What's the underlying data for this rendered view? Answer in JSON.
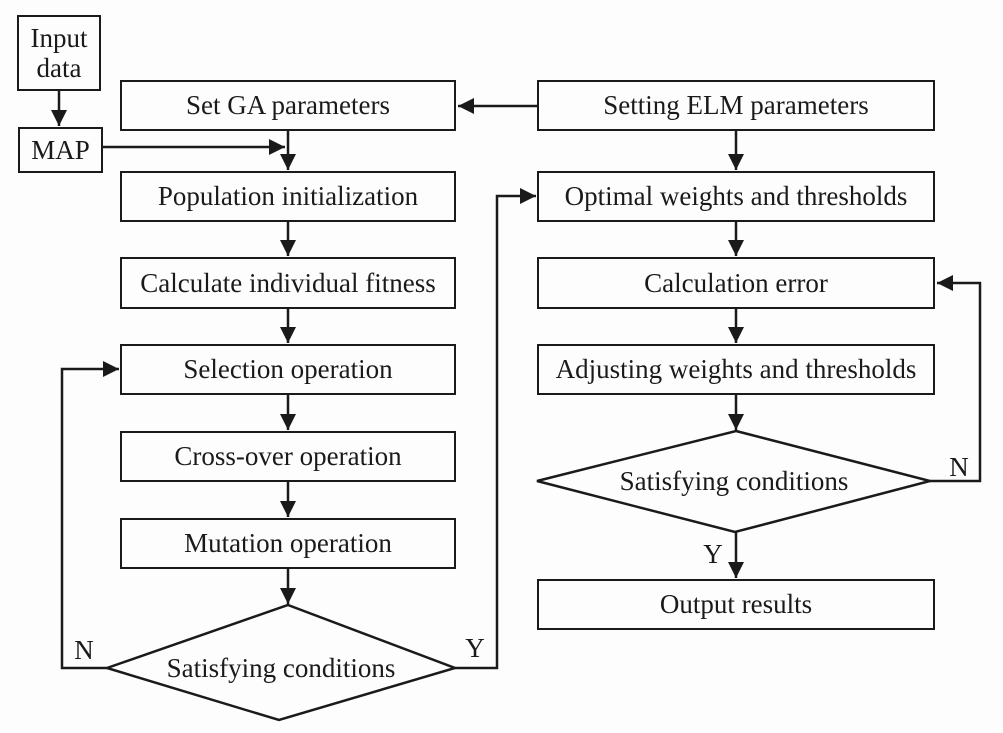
{
  "flowchart": {
    "nodes": {
      "input_data": "Input data",
      "map": "MAP",
      "set_ga_parameters": "Set GA parameters",
      "population_initialization": "Population initialization",
      "calculate_individual_fitness": "Calculate individual fitness",
      "selection_operation": "Selection operation",
      "crossover_operation": "Cross-over operation",
      "mutation_operation": "Mutation operation",
      "ga_satisfying_conditions": "Satisfying conditions",
      "setting_elm_parameters": "Setting ELM parameters",
      "optimal_weights_thresholds": "Optimal weights and thresholds",
      "calculation_error": "Calculation error",
      "adjusting_weights_thresholds": "Adjusting weights and thresholds",
      "elm_satisfying_conditions": "Satisfying conditions",
      "output_results": "Output results"
    },
    "branch_labels": {
      "ga_no": "N",
      "ga_yes": "Y",
      "elm_no": "N",
      "elm_yes": "Y"
    },
    "edges": [
      {
        "from": "Input data",
        "to": "MAP"
      },
      {
        "from": "MAP",
        "to": "Population initialization"
      },
      {
        "from": "Setting ELM parameters",
        "to": "Set GA parameters"
      },
      {
        "from": "Set GA parameters",
        "to": "Population initialization"
      },
      {
        "from": "Population initialization",
        "to": "Calculate individual fitness"
      },
      {
        "from": "Calculate individual fitness",
        "to": "Selection operation"
      },
      {
        "from": "Selection operation",
        "to": "Cross-over operation"
      },
      {
        "from": "Cross-over operation",
        "to": "Mutation operation"
      },
      {
        "from": "Mutation operation",
        "to": "Satisfying conditions (GA)"
      },
      {
        "from": "Satisfying conditions (GA)",
        "to": "Selection operation",
        "label": "N"
      },
      {
        "from": "Satisfying conditions (GA)",
        "to": "Optimal weights and thresholds",
        "label": "Y"
      },
      {
        "from": "Setting ELM parameters",
        "to": "Optimal weights and thresholds"
      },
      {
        "from": "Optimal weights and thresholds",
        "to": "Calculation error"
      },
      {
        "from": "Calculation error",
        "to": "Adjusting weights and thresholds"
      },
      {
        "from": "Adjusting weights and thresholds",
        "to": "Satisfying conditions (ELM)"
      },
      {
        "from": "Satisfying conditions (ELM)",
        "to": "Calculation error",
        "label": "N"
      },
      {
        "from": "Satisfying conditions (ELM)",
        "to": "Output results",
        "label": "Y"
      }
    ],
    "colors": {
      "line": "#1a1a1a",
      "fill": "#fdfdfd",
      "background": "#ffffff"
    }
  }
}
